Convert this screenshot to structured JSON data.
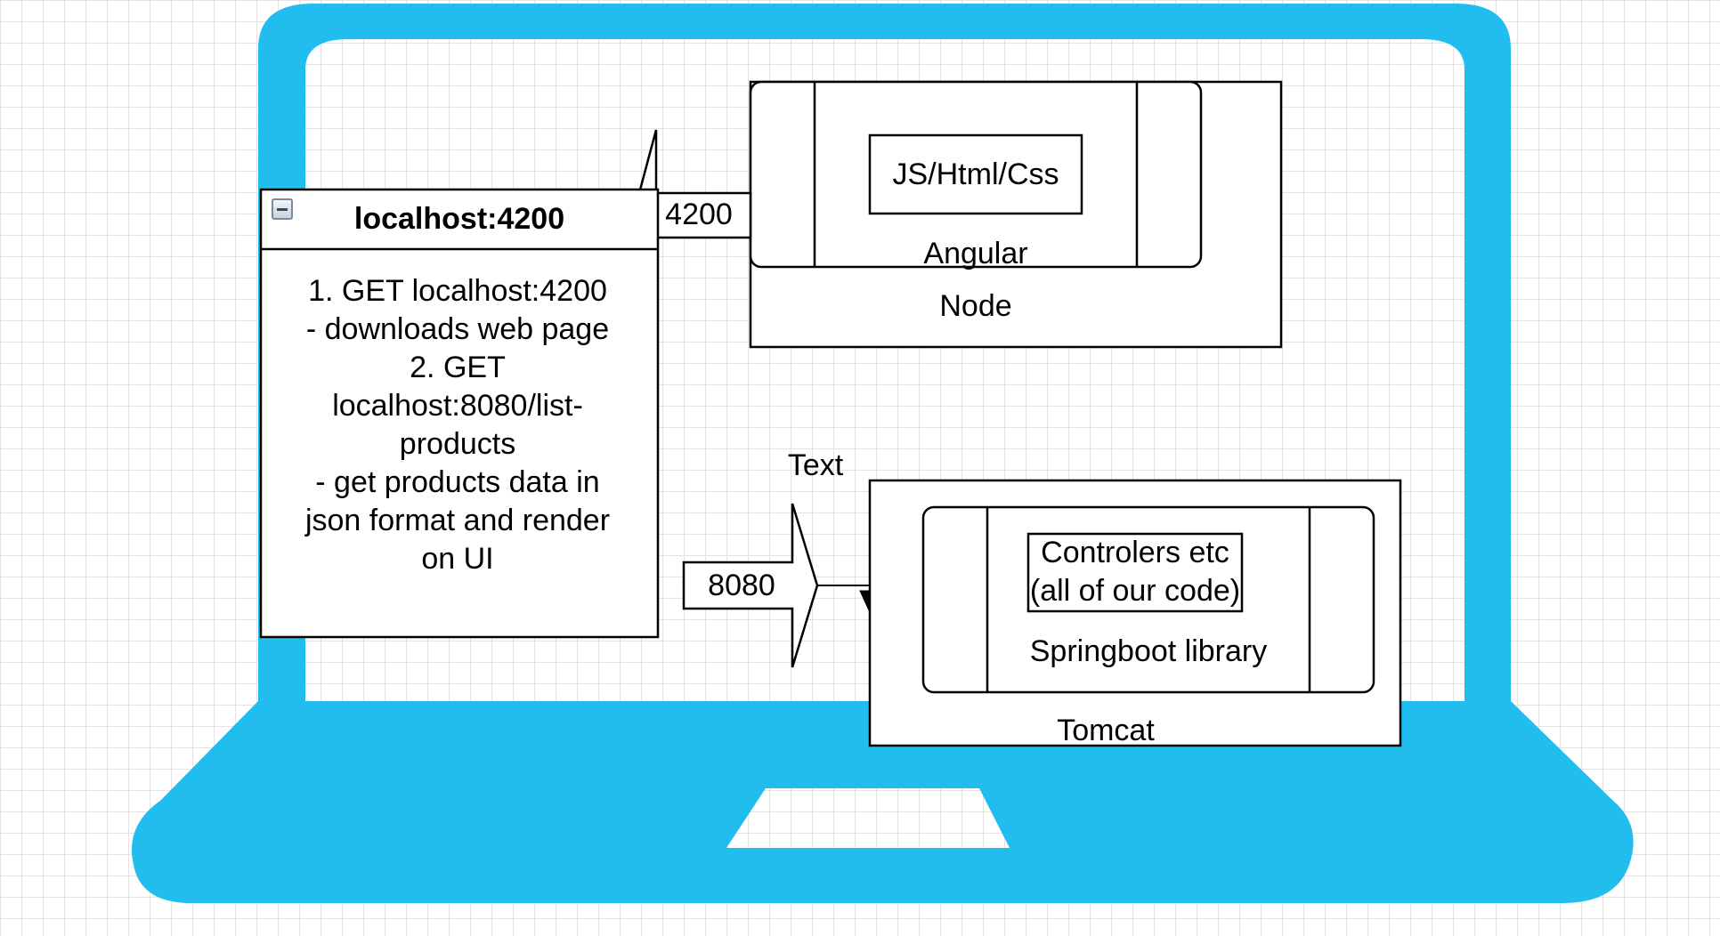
{
  "colors": {
    "laptop": "#22bdef",
    "grid": "#e3e3e3",
    "stroke": "#000000",
    "fill": "#ffffff"
  },
  "note": {
    "title": "localhost:4200",
    "lines": [
      "1. GET localhost:4200",
      "- downloads web page",
      "2. GET",
      "localhost:8080/list-",
      "products",
      "- get products data in",
      "json format and render",
      "on UI"
    ]
  },
  "node_box": {
    "label": "Node",
    "angular": {
      "label": "Angular",
      "inner_label": "JS/Html/Css"
    }
  },
  "port_4200": {
    "label": "4200"
  },
  "port_8080": {
    "label": "8080"
  },
  "text_label": "Text",
  "tomcat_box": {
    "label": "Tomcat",
    "springboot": {
      "label": "Springboot library",
      "inner_lines": [
        "Controlers etc",
        "(all of our code)"
      ]
    }
  }
}
